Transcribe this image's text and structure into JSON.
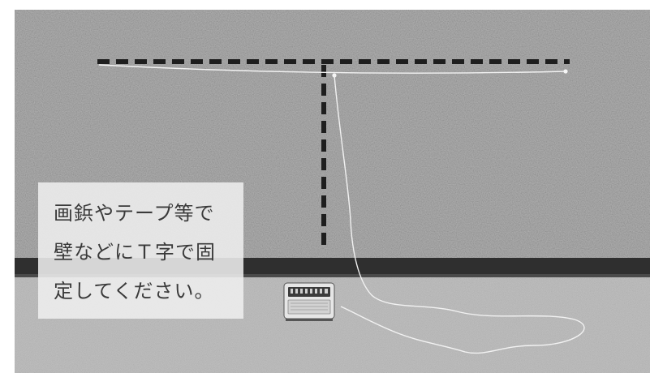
{
  "caption": {
    "lines": [
      "画鋲やテープ等で",
      "壁などにＴ字で固",
      "定してください。"
    ]
  },
  "colors": {
    "wall": "#8d8d8d",
    "baseboard": "#2f2f2f",
    "carpet": "#9c9c9c",
    "dashed_guide": "#1e1e1e",
    "antenna_wire": "#f2f2f2",
    "caption_background": "#eeeeee",
    "caption_text": "#3a3a3a"
  },
  "icons": {
    "device": "radio-icon"
  }
}
